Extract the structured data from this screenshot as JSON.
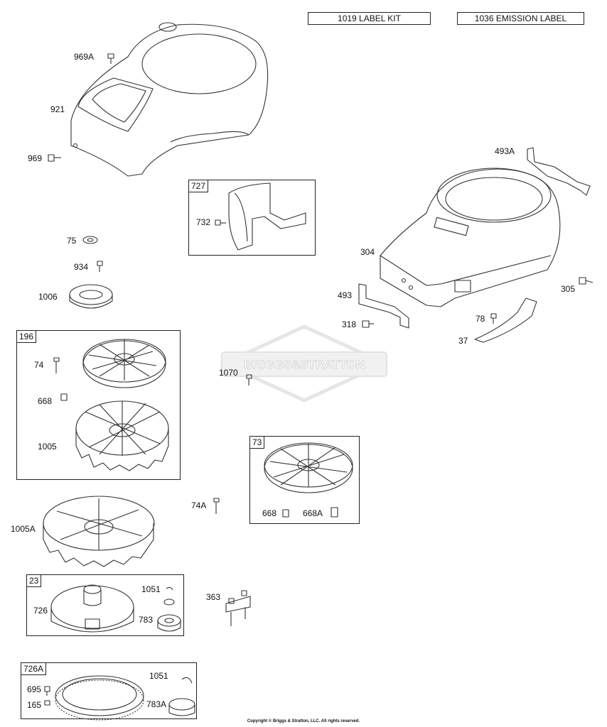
{
  "kits": {
    "label_kit": "1019 LABEL KIT",
    "emission_label": "1036 EMISSION LABEL"
  },
  "watermark": "BRIGGS & STRATTON",
  "groups": {
    "g727": "727",
    "g196": "196",
    "g73": "73",
    "g23": "23",
    "g726A": "726A"
  },
  "parts": {
    "p969A": "969A",
    "p921": "921",
    "p969": "969",
    "p732": "732",
    "p75": "75",
    "p934": "934",
    "p1006": "1006",
    "p74": "74",
    "p668_a": "668",
    "p1005": "1005",
    "p1070": "1070",
    "p493A": "493A",
    "p304": "304",
    "p493": "493",
    "p318": "318",
    "p305": "305",
    "p78": "78",
    "p37": "37",
    "p668_b": "668",
    "p668A": "668A",
    "p74A": "74A",
    "p1005A": "1005A",
    "p1051_a": "1051",
    "p726": "726",
    "p783": "783",
    "p363": "363",
    "p1051_b": "1051",
    "p695": "695",
    "p165": "165",
    "p783A": "783A"
  },
  "copyright": "Copyright © Briggs & Stratton, LLC. All rights reserved."
}
